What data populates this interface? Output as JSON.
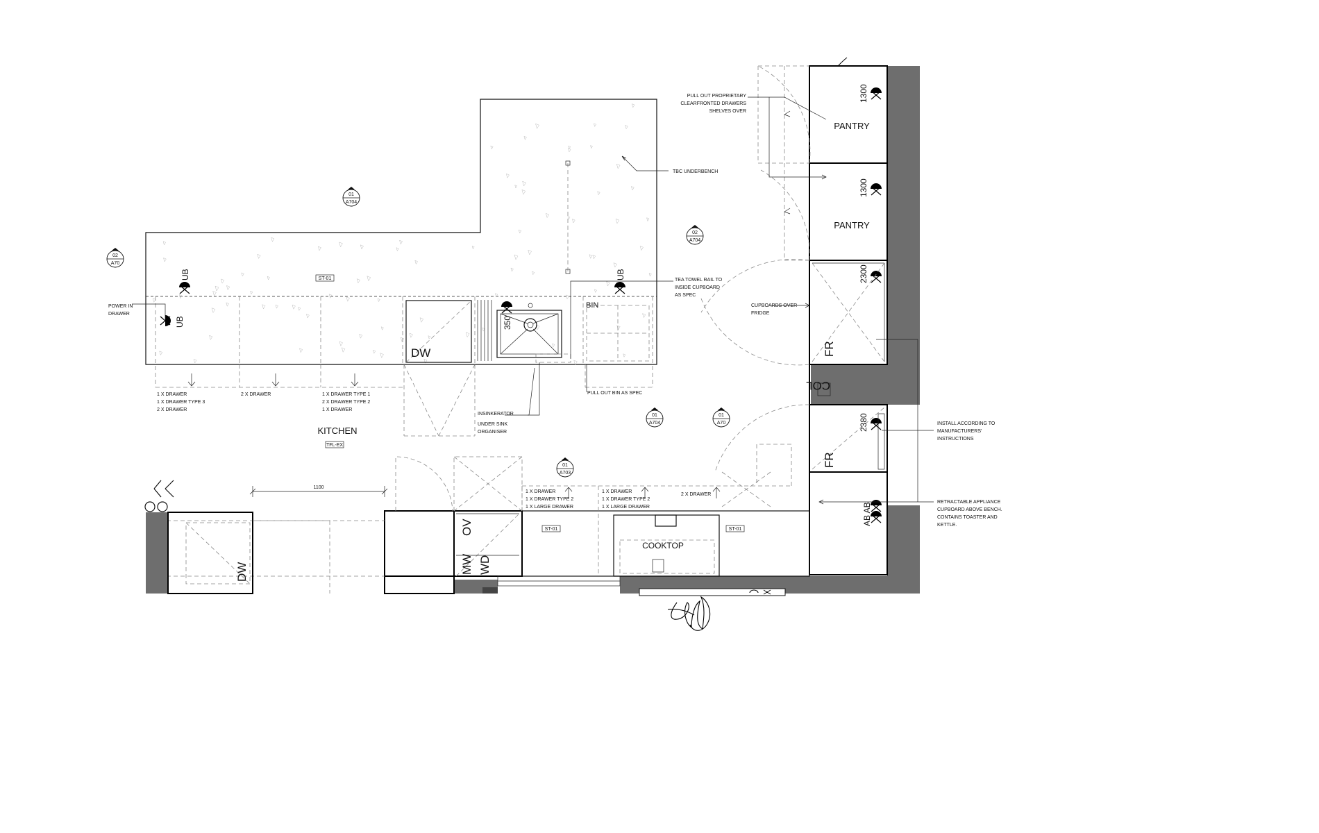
{
  "rooms": {
    "kitchen": "KITCHEN",
    "kitchen_tag": "TFL-EX"
  },
  "sections": [
    {
      "num": "01",
      "sheet": "A704"
    },
    {
      "num": "02",
      "sheet": "A704"
    },
    {
      "num": "02",
      "sheet": "A70"
    },
    {
      "num": "01",
      "sheet": "A704"
    },
    {
      "num": "01",
      "sheet": "A70"
    },
    {
      "num": "01",
      "sheet": "A703"
    }
  ],
  "bench_tags": [
    "ST-01",
    "ST-01",
    "ST-01"
  ],
  "pantry": [
    "PANTRY",
    "PANTRY"
  ],
  "cabinet_heights": [
    "1300",
    "1300",
    "2300",
    "2380"
  ],
  "appliances": {
    "dw": "DW",
    "fridge1": "FR",
    "fridge2": "FR",
    "col": "COL",
    "ov": "OV",
    "mw": "MW",
    "wd": "WD",
    "cooktop": "COOKTOP",
    "dw2": "DW",
    "ab": "AB AB",
    "bin": "BIN",
    "sink_dim": "350"
  },
  "outlets": {
    "ub": "UB"
  },
  "notes": {
    "pull_out_line1": "PULL OUT PROPRIETARY",
    "pull_out_line2": "CLEARFRONTED DRAWERS",
    "pull_out_line3": "SHELVES OVER",
    "tbc": "TBC UNDERBENCH",
    "tea_line1": "TEA TOWEL RAIL TO",
    "tea_line2": "INSIDE CUPBOARD",
    "tea_line3": "AS SPEC",
    "cupboards_line1": "CUPBOARDS OVER",
    "cupboards_line2": "FRIDGE",
    "power_line1": "POWER IN",
    "power_line2": "DRAWER",
    "install_line1": "INSTALL ACCORDING TO",
    "install_line2": "MANUFACTURERS'",
    "install_line3": "INSTRUCTIONS",
    "retract_line1": "RETRACTABLE APPLIANCE",
    "retract_line2": "CUPBOARD ABOVE BENCH.",
    "retract_line3": "CONTAINS TOASTER AND",
    "retract_line4": "KETTLE.",
    "insinkerator": "INSINKERATOR",
    "under_sink_line1": "UNDER SINK",
    "under_sink_line2": "ORGANISER",
    "pull_out_bin": "PULL OUT BIN AS SPEC"
  },
  "drawer_notes": {
    "a1": "1 X DRAWER",
    "a2": "1 X DRAWER TYPE 3",
    "a3": "2 X DRAWER",
    "b1": "2 X DRAWER",
    "c1": "1 X DRAWER TYPE 1",
    "c2": "2 X DRAWER TYPE 2",
    "c3": "1 X DRAWER",
    "d1": "1 X DRAWER",
    "d2": "1 X DRAWER TYPE 2",
    "d3": "1 X LARGE DRAWER",
    "e1": "1 X DRAWER",
    "e2": "1 X DRAWER TYPE 2",
    "e3": "1 X LARGE DRAWER",
    "f1": "2 X DRAWER"
  },
  "dimension": "1100"
}
